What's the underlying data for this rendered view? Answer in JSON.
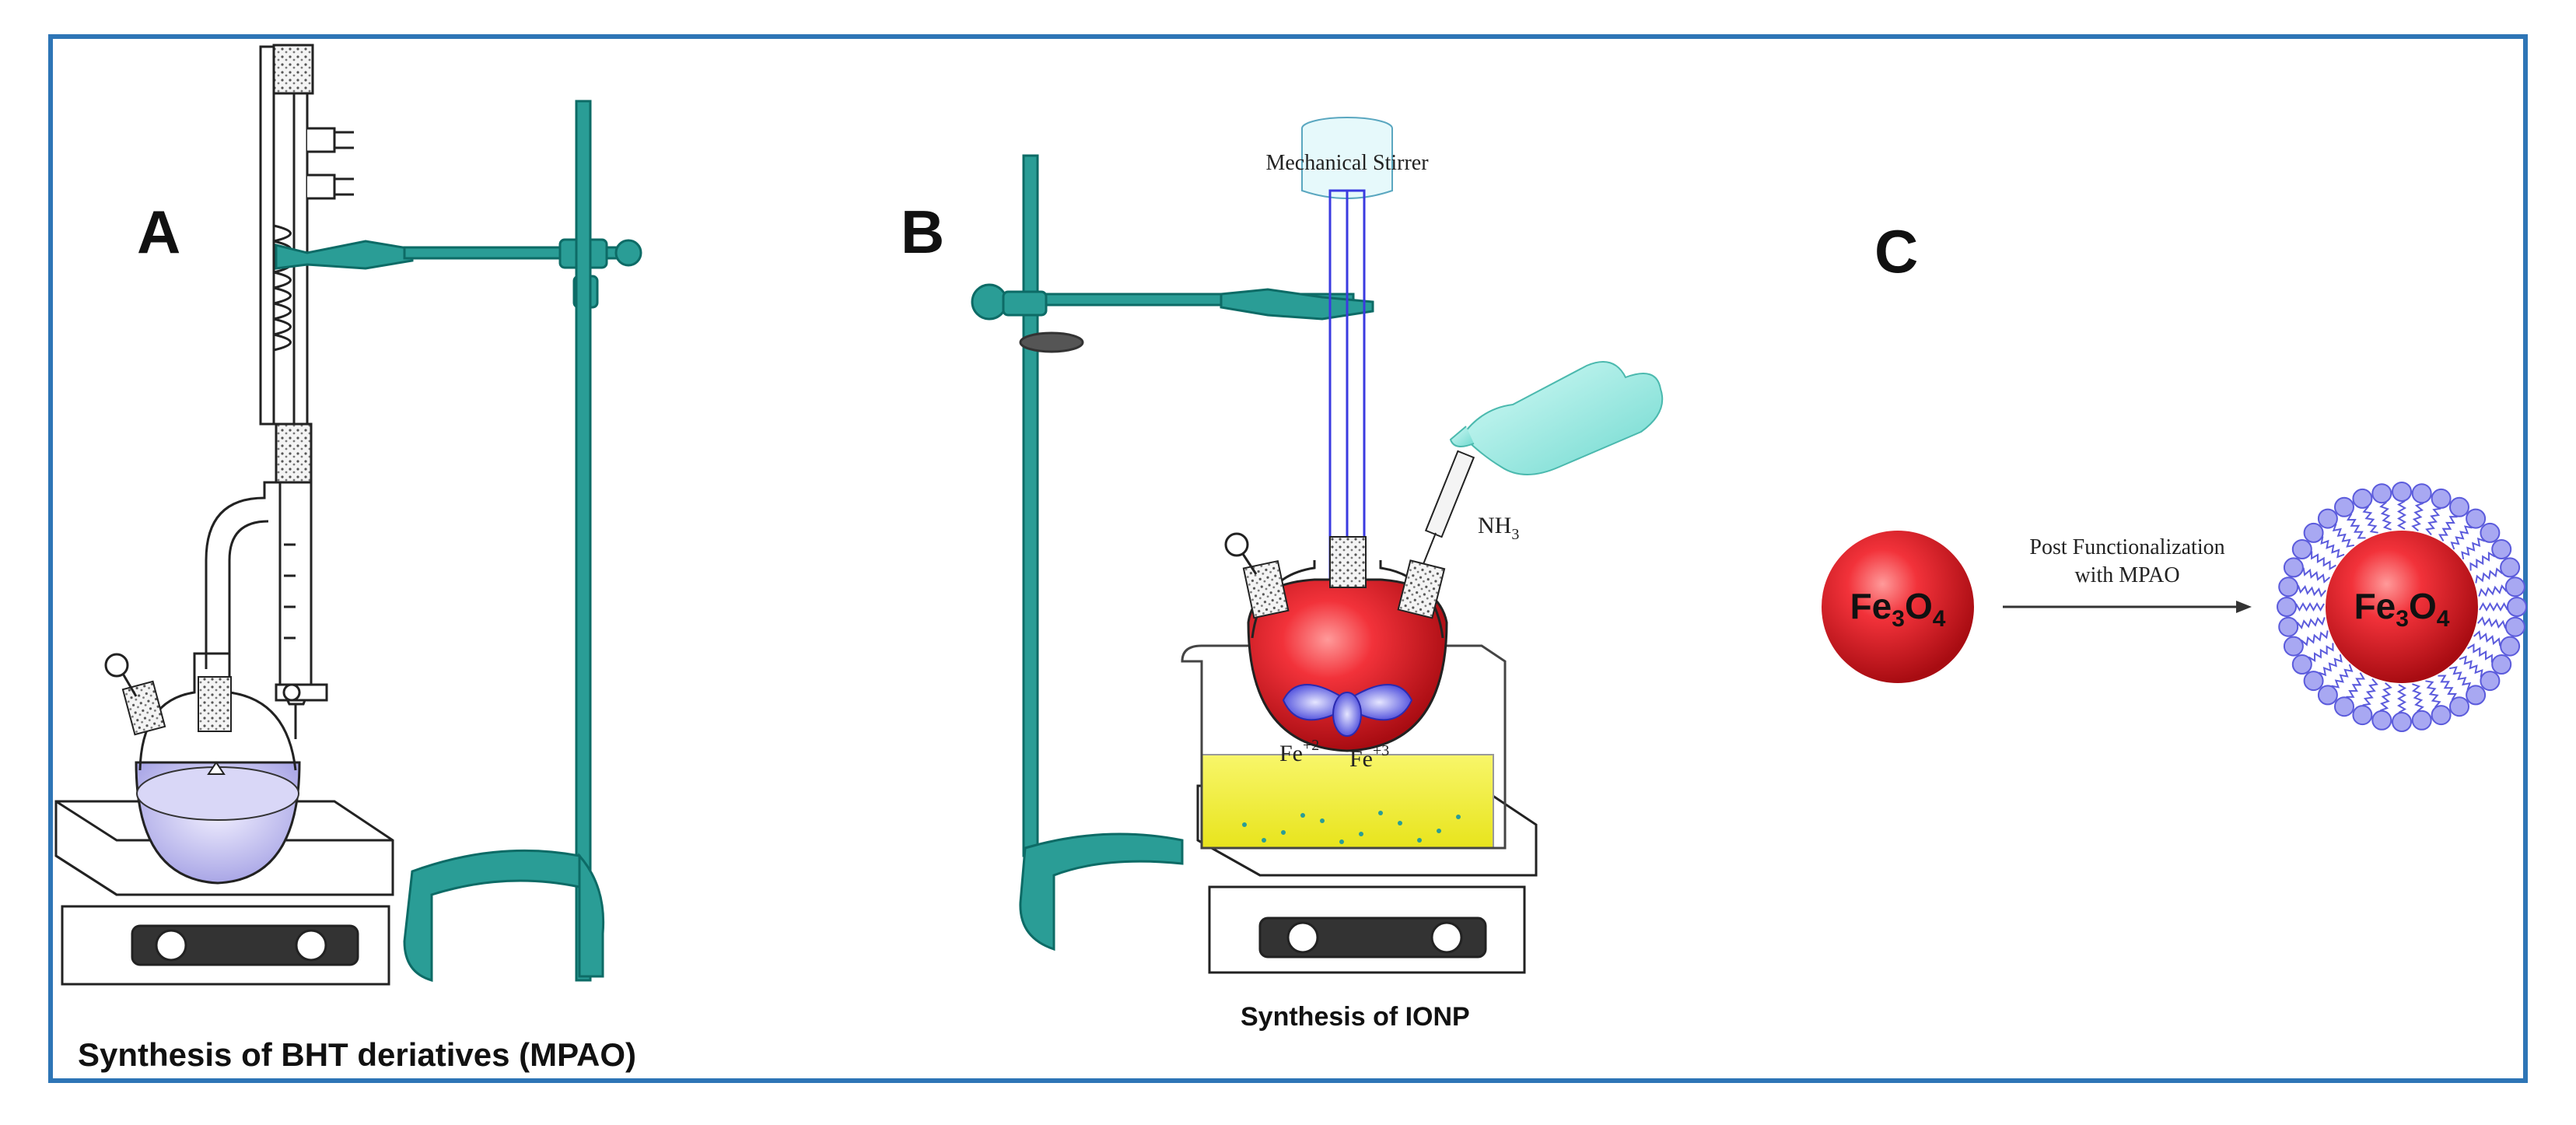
{
  "panels": {
    "a": {
      "letter": "A",
      "caption": "Synthesis of BHT deriatives (MPAO)"
    },
    "b": {
      "letter": "B",
      "caption": "Synthesis of IONP",
      "stirrer_label": "Mechanical Stirrer",
      "reagent_label_main": "NH",
      "reagent_label_sub": "3",
      "ion1_main": "Fe",
      "ion1_sup": "+2",
      "ion2_main": "Fe",
      "ion2_sup": "+3"
    },
    "c": {
      "letter": "C",
      "arrow_label_line1": "Post Functionalization",
      "arrow_label_line2": "with MPAO",
      "particle_left": {
        "fe": "Fe",
        "sub1": "3",
        "o": "O",
        "sub2": "4"
      },
      "particle_right": {
        "fe": "Fe",
        "sub1": "3",
        "o": "O",
        "sub2": "4"
      }
    }
  },
  "colors": {
    "frame": "#2e75b6",
    "glass_stand": "#2a9d96",
    "particle_red": "#e8202a",
    "ligand_blue": "#5b5bdc",
    "oil_yellow": "#f3f03a",
    "stirrer_blue": "#3a3ae0"
  }
}
